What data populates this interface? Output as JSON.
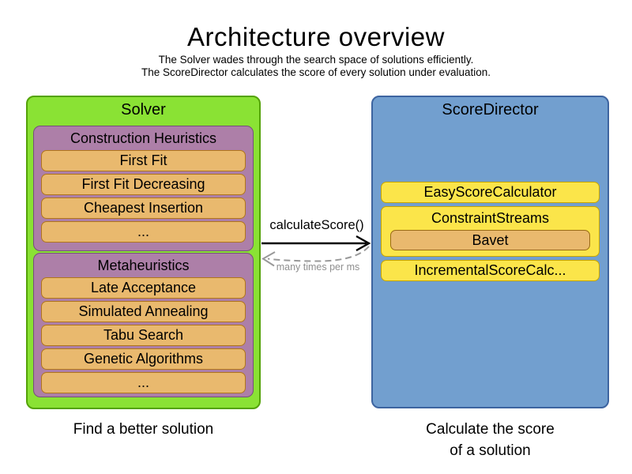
{
  "header": {
    "title": "Architecture overview",
    "subtitle_line1": "The Solver wades through the search space of solutions efficiently.",
    "subtitle_line2": "The ScoreDirector calculates the score of every solution under evaluation."
  },
  "solver": {
    "title": "Solver",
    "caption": "Find a better solution",
    "groups": [
      {
        "title": "Construction Heuristics",
        "items": [
          "First Fit",
          "First Fit Decreasing",
          "Cheapest Insertion",
          "..."
        ]
      },
      {
        "title": "Metaheuristics",
        "items": [
          "Late Acceptance",
          "Simulated Annealing",
          "Tabu Search",
          "Genetic Algorithms",
          "..."
        ]
      }
    ]
  },
  "score_director": {
    "title": "ScoreDirector",
    "caption_line1": "Calculate the score",
    "caption_line2": "of a solution",
    "calculators": [
      {
        "label": "EasyScoreCalculator"
      },
      {
        "label": "ConstraintStreams",
        "child": "Bavet"
      },
      {
        "label": "IncrementalScoreCalc..."
      }
    ]
  },
  "arrow": {
    "label": "calculateScore()",
    "sublabel": "many times per ms"
  },
  "colors": {
    "solver_fill": "#8AE234",
    "solver_border": "#54A307",
    "group_fill": "#AD7FA8",
    "group_border": "#75507B",
    "item_fill": "#E9B96E",
    "item_border": "#B1761B",
    "director_fill": "#729FCF",
    "director_border": "#3D64A0",
    "calculator_fill": "#FBE54A",
    "calculator_border": "#C7A500",
    "bavet_border": "#9A6B14",
    "arrow_solid": "#000000",
    "arrow_dashed": "#999999"
  }
}
